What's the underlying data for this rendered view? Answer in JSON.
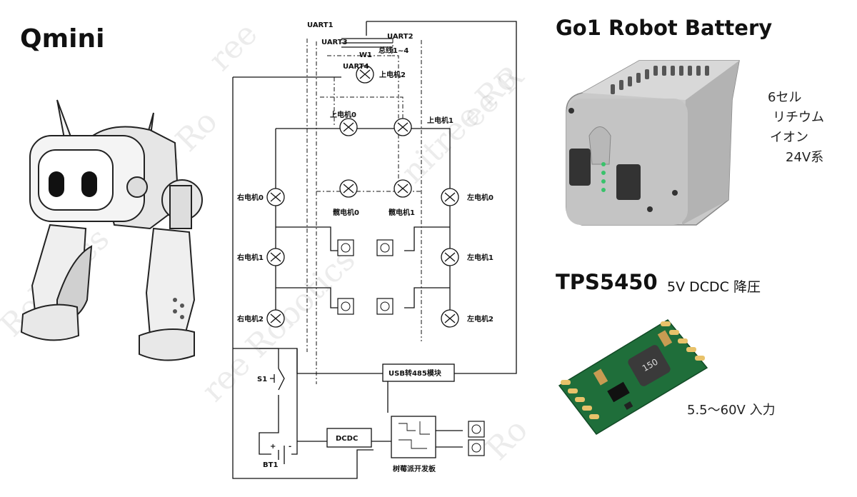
{
  "titles": {
    "qmini": "Qmini",
    "battery": "Go1 Robot Battery",
    "tps": "TPS5450",
    "tps_desc": "5V DCDC 降圧",
    "tps_input": "5.5～60V 入力"
  },
  "battery_notes": [
    "6セル",
    "リチウム",
    "イオン",
    "24V系"
  ],
  "chip_marking": "150",
  "watermarks": [
    "ree",
    "nitree Ro",
    "nitree Ro",
    "ree Robotics",
    "Robotics",
    "Ro",
    "ee R"
  ],
  "circuit": {
    "uart1": "UART1",
    "uart2": "UART2",
    "uart3": "UART3",
    "uart4": "UART4",
    "bus": "总线1~4",
    "w1": "W1",
    "top_motor2": "上电机2",
    "top_motor0": "上电机0",
    "top_motor1": "上电机1",
    "hip_motor0": "髋电机0",
    "hip_motor1": "髋电机1",
    "right_motor0": "右电机0",
    "right_motor1": "右电机1",
    "right_motor2": "右电机2",
    "left_motor0": "左电机0",
    "left_motor1": "左电机1",
    "left_motor2": "左电机2",
    "usb485": "USB转485模块",
    "s1": "S1",
    "bt1": "BT1",
    "plus": "+",
    "minus": "-",
    "dcdc": "DCDC",
    "rpi": "树莓派开发板"
  }
}
